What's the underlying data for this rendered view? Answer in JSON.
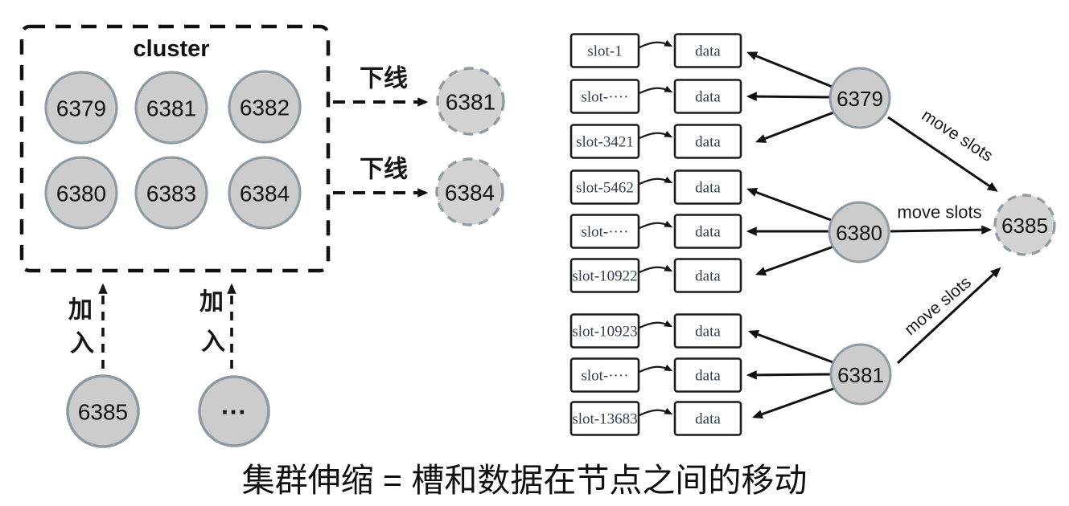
{
  "left": {
    "cluster_label": "cluster",
    "nodes_row1": [
      "6379",
      "6381",
      "6382"
    ],
    "nodes_row2": [
      "6380",
      "6383",
      "6384"
    ],
    "offline": {
      "label": "下线",
      "nodes": [
        "6381",
        "6384"
      ]
    },
    "join": {
      "label_chars": [
        "加",
        "入"
      ],
      "nodes": [
        "6385",
        "···"
      ]
    }
  },
  "right": {
    "data_label": "data",
    "move_slots_label": "move slots",
    "target_node": "6385",
    "groups": [
      {
        "node": "6379",
        "slots": [
          "slot-1",
          "slot-····",
          "slot-3421"
        ]
      },
      {
        "node": "6380",
        "slots": [
          "slot-5462",
          "slot-····",
          "slot-10922"
        ]
      },
      {
        "node": "6381",
        "slots": [
          "slot-10923",
          "slot-····",
          "slot-13683"
        ]
      }
    ]
  },
  "caption": "集群伸缩 = 槽和数据在节点之间的移动",
  "colors": {
    "node_fill": "#cccccc",
    "node_stroke": "#8e9ba3",
    "box_stroke": "#1a1a1a",
    "slot_text": "#2f3e4e",
    "arrow": "#111111",
    "caption_text": "#101010"
  }
}
